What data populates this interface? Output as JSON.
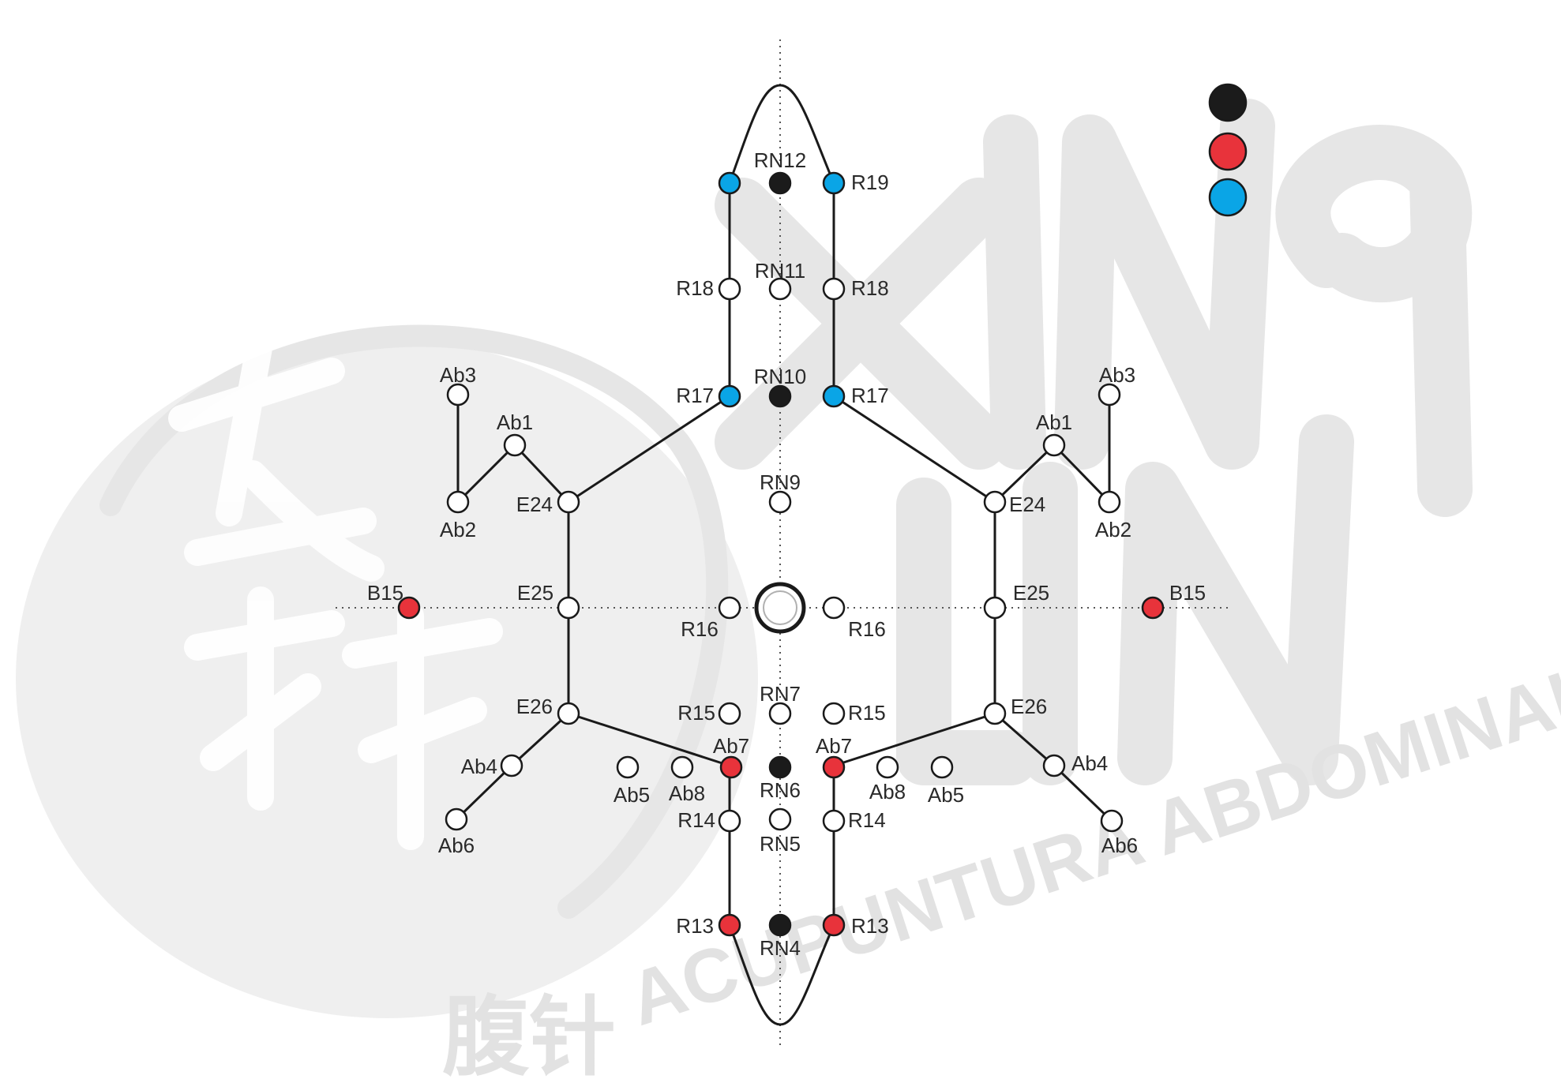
{
  "watermark": {
    "chinese_mark": "腹针",
    "caption": "ACUPUNTURA ABDOMINAL",
    "brand": "XING LIN"
  },
  "legend": {
    "colors": [
      "#1b1b1b",
      "#e8333b",
      "#0aa5e6"
    ]
  },
  "colors": {
    "black_point": "#1b1b1b",
    "red_point": "#e8333b",
    "blue_point": "#0aa5e6",
    "open_point": "#ffffff",
    "line": "#1a1a1a",
    "watermark": "#e2e2e2"
  },
  "points": [
    {
      "id": "rn12",
      "label": "RN12",
      "color": "black"
    },
    {
      "id": "r19-left",
      "label": "",
      "color": "blue"
    },
    {
      "id": "r19-right",
      "label": "R19",
      "color": "blue"
    },
    {
      "id": "rn11",
      "label": "RN11",
      "color": "open"
    },
    {
      "id": "r18-left",
      "label": "R18",
      "color": "open"
    },
    {
      "id": "r18-right",
      "label": "R18",
      "color": "open"
    },
    {
      "id": "rn10",
      "label": "RN10",
      "color": "black"
    },
    {
      "id": "r17-left",
      "label": "R17",
      "color": "blue"
    },
    {
      "id": "r17-right",
      "label": "R17",
      "color": "blue"
    },
    {
      "id": "ab3-left",
      "label": "Ab3",
      "color": "open"
    },
    {
      "id": "ab1-left",
      "label": "Ab1",
      "color": "open"
    },
    {
      "id": "ab2-left",
      "label": "Ab2",
      "color": "open"
    },
    {
      "id": "e24-left",
      "label": "E24",
      "color": "open"
    },
    {
      "id": "ab3-right",
      "label": "Ab3",
      "color": "open"
    },
    {
      "id": "ab1-right",
      "label": "Ab1",
      "color": "open"
    },
    {
      "id": "ab2-right",
      "label": "Ab2",
      "color": "open"
    },
    {
      "id": "e24-right",
      "label": "E24",
      "color": "open"
    },
    {
      "id": "rn9",
      "label": "RN9",
      "color": "open"
    },
    {
      "id": "b15-left",
      "label": "B15",
      "color": "red"
    },
    {
      "id": "e25-left",
      "label": "E25",
      "color": "open"
    },
    {
      "id": "r16-left",
      "label": "R16",
      "color": "open"
    },
    {
      "id": "r16-right",
      "label": "R16",
      "color": "open"
    },
    {
      "id": "e25-right",
      "label": "E25",
      "color": "open"
    },
    {
      "id": "b15-right",
      "label": "B15",
      "color": "red"
    },
    {
      "id": "e26-left",
      "label": "E26",
      "color": "open"
    },
    {
      "id": "e26-right",
      "label": "E26",
      "color": "open"
    },
    {
      "id": "rn7",
      "label": "RN7",
      "color": "open"
    },
    {
      "id": "r15-left",
      "label": "R15",
      "color": "open"
    },
    {
      "id": "r15-right",
      "label": "R15",
      "color": "open"
    },
    {
      "id": "ab4-left",
      "label": "Ab4",
      "color": "open"
    },
    {
      "id": "ab6-left",
      "label": "Ab6",
      "color": "open"
    },
    {
      "id": "ab4-right",
      "label": "Ab4",
      "color": "open"
    },
    {
      "id": "ab6-right",
      "label": "Ab6",
      "color": "open"
    },
    {
      "id": "ab5-left",
      "label": "Ab5",
      "color": "open"
    },
    {
      "id": "ab8-left",
      "label": "Ab8",
      "color": "open"
    },
    {
      "id": "ab7-left",
      "label": "Ab7",
      "color": "red"
    },
    {
      "id": "rn6",
      "label": "RN6",
      "color": "black"
    },
    {
      "id": "ab7-right",
      "label": "Ab7",
      "color": "red"
    },
    {
      "id": "ab8-right",
      "label": "Ab8",
      "color": "open"
    },
    {
      "id": "ab5-right",
      "label": "Ab5",
      "color": "open"
    },
    {
      "id": "rn5",
      "label": "RN5",
      "color": "open"
    },
    {
      "id": "r14-left",
      "label": "R14",
      "color": "open"
    },
    {
      "id": "r14-right",
      "label": "R14",
      "color": "open"
    },
    {
      "id": "rn4",
      "label": "RN4",
      "color": "black"
    },
    {
      "id": "r13-left",
      "label": "R13",
      "color": "red"
    },
    {
      "id": "r13-right",
      "label": "R13",
      "color": "red"
    }
  ]
}
